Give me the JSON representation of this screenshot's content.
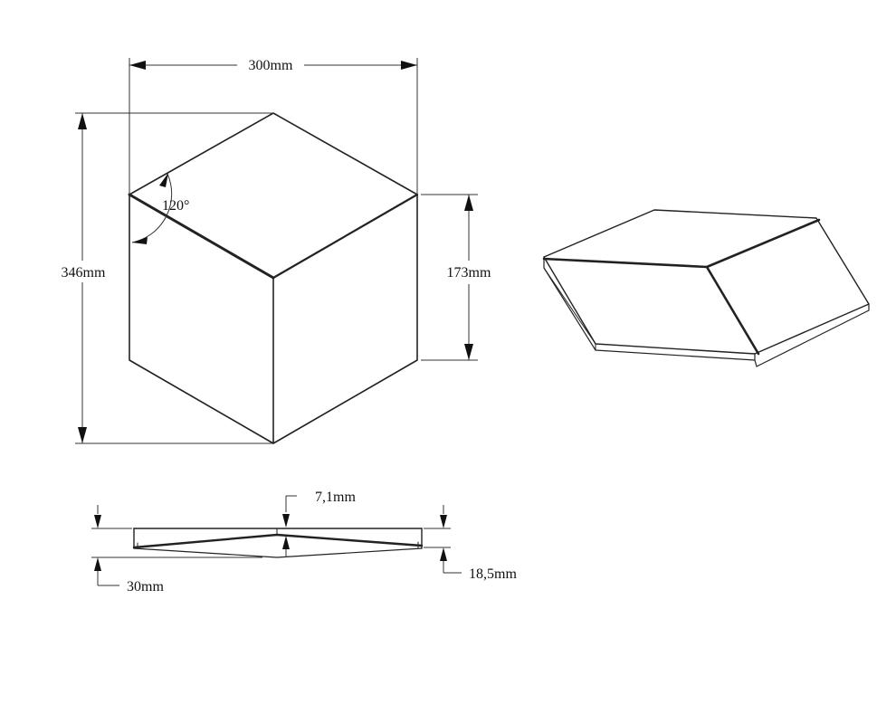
{
  "labels": {
    "width_top": "300mm",
    "height_left": "346mm",
    "height_right": "173mm",
    "angle": "120°",
    "thickness_center": "7,1mm",
    "depth_total": "30mm",
    "depth_edge": "18,5mm"
  }
}
